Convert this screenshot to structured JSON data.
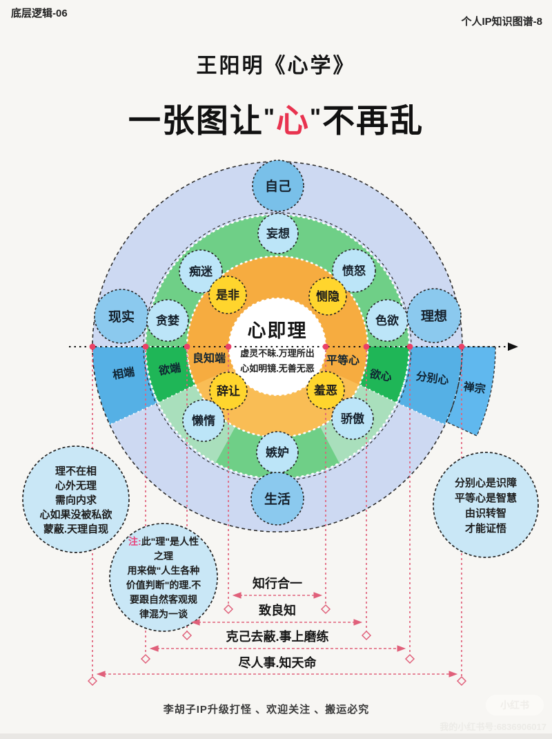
{
  "page": {
    "header_left": "底层逻辑-06",
    "header_right": "个人IP知识图谱-8",
    "title": "王阳明《心学》"
  },
  "subtitle": {
    "pre": "一张图让",
    "q1": "\"",
    "heart": "心",
    "q2": "\"",
    "post": "不再乱"
  },
  "center": {
    "heading": "心即理",
    "line1": "虚灵不昧.万理所出",
    "line2": "心如明镜.无善无恶"
  },
  "nodes": {
    "ziji": "自己",
    "wangxiang": "妄想",
    "chimi": "痴迷",
    "fennu": "愤怒",
    "shifei": "是非",
    "ceyin": "恻隐",
    "xianshi": "现实",
    "tanlan": "贪婪",
    "seyu": "色欲",
    "lixiang": "理想",
    "cirang": "辞让",
    "xiuwu": "羞恶",
    "landuo": "懒惰",
    "jiaoao": "骄傲",
    "jidu": "嫉妒",
    "shenghuo": "生活"
  },
  "wedges": {
    "xiangduan": "相端",
    "yuduan": "欲端",
    "liangzhiduan": "良知端",
    "pingdengxin": "平等心",
    "yuxin": "欲心",
    "fenbiexin": "分别心",
    "chanzong": "禅宗"
  },
  "bubbles": {
    "left": {
      "lines": [
        "理不在相",
        "心外无理",
        "需向内求",
        "心如果没被私欲",
        "蒙蔽.天理自现"
      ]
    },
    "note": {
      "prefix": "注:",
      "lines": [
        "此\"理\"是人性",
        "之理",
        "用来做\"人生各种",
        "价值判断\"的理.不",
        "要跟自然客观规",
        "律混为一谈"
      ]
    },
    "right": {
      "lines": [
        "分别心是识障",
        "平等心是智慧",
        "由识转智",
        "才能证悟"
      ]
    }
  },
  "measures": [
    "知行合一",
    "致良知",
    "克己去蔽.事上磨练",
    "尽人事.知天命"
  ],
  "footer": {
    "credit": "李胡子IP升级打怪 、欢迎关注 、搬运必究",
    "watermark_badge": "小红书",
    "watermark_id": "我的小红书号:6836906017"
  },
  "colors": {
    "accent_red": "#e8334f",
    "axis_pink": "#e0607a",
    "dot_red": "#ea4166",
    "outer_ring": "#cdd9f2",
    "green_ring": "#6fcf87",
    "green_light": "#a9dfbc",
    "orange_ring": "#f6ac40",
    "orange_light": "#f9bd55",
    "wedge_blue": "#55b0e5",
    "wedge_green": "#1fb657",
    "node_yellow": "#ffd52d",
    "node_blue_light": "#bce5f8",
    "node_blue": "#8bc9ee",
    "bubble_blue": "#c9e7f6"
  }
}
